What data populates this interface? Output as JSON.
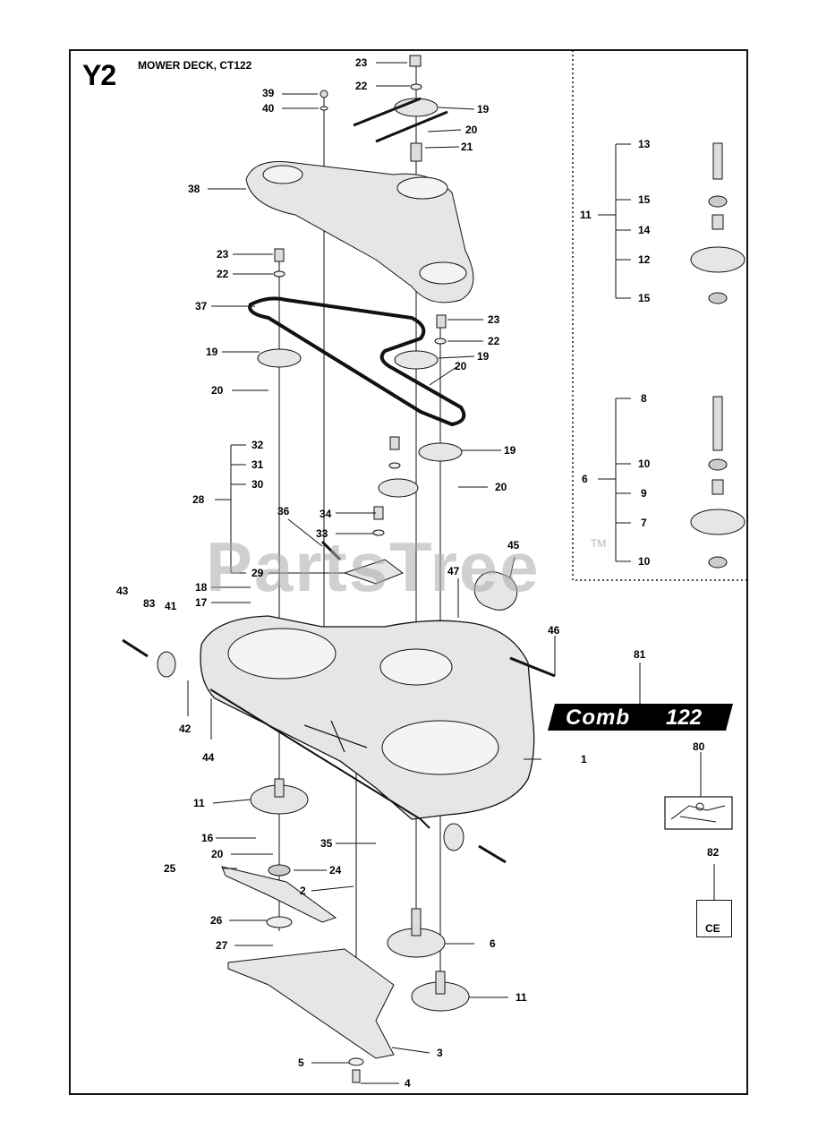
{
  "header": {
    "code": "Y2",
    "title": "MOWER DECK, CT122"
  },
  "watermark": {
    "text": "PartsTree",
    "tm": "TM"
  },
  "decal": {
    "brand": "Comb",
    "model": "122"
  },
  "ce_label": {
    "mark": "CE"
  },
  "colors": {
    "line": "#111111",
    "part_fill": "#e6e6e6",
    "decal": "#000000",
    "watermark": "#aaaaaa"
  },
  "callouts": [
    {
      "id": "c23a",
      "text": "23"
    },
    {
      "id": "c22a",
      "text": "22"
    },
    {
      "id": "c39",
      "text": "39"
    },
    {
      "id": "c40",
      "text": "40"
    },
    {
      "id": "c19a",
      "text": "19"
    },
    {
      "id": "c20a",
      "text": "20"
    },
    {
      "id": "c21",
      "text": "21"
    },
    {
      "id": "c38",
      "text": "38"
    },
    {
      "id": "c23b",
      "text": "23"
    },
    {
      "id": "c22b",
      "text": "22"
    },
    {
      "id": "c37",
      "text": "37"
    },
    {
      "id": "c23c",
      "text": "23"
    },
    {
      "id": "c22c",
      "text": "22"
    },
    {
      "id": "c19b",
      "text": "19"
    },
    {
      "id": "c19c",
      "text": "19"
    },
    {
      "id": "c20b",
      "text": "20"
    },
    {
      "id": "c20c",
      "text": "20"
    },
    {
      "id": "c32",
      "text": "32"
    },
    {
      "id": "c31",
      "text": "31"
    },
    {
      "id": "c30",
      "text": "30"
    },
    {
      "id": "c28",
      "text": "28"
    },
    {
      "id": "c19d",
      "text": "19"
    },
    {
      "id": "c20d",
      "text": "20"
    },
    {
      "id": "c36",
      "text": "36"
    },
    {
      "id": "c34",
      "text": "34"
    },
    {
      "id": "c33",
      "text": "33"
    },
    {
      "id": "c45",
      "text": "45"
    },
    {
      "id": "c29",
      "text": "29"
    },
    {
      "id": "c47",
      "text": "47"
    },
    {
      "id": "c43",
      "text": "43"
    },
    {
      "id": "c83",
      "text": "83"
    },
    {
      "id": "c41",
      "text": "41"
    },
    {
      "id": "c18",
      "text": "18"
    },
    {
      "id": "c17",
      "text": "17"
    },
    {
      "id": "c46",
      "text": "46"
    },
    {
      "id": "c81",
      "text": "81"
    },
    {
      "id": "c42",
      "text": "42"
    },
    {
      "id": "c44",
      "text": "44"
    },
    {
      "id": "c1",
      "text": "1"
    },
    {
      "id": "c80",
      "text": "80"
    },
    {
      "id": "c11a",
      "text": "11"
    },
    {
      "id": "c16",
      "text": "16"
    },
    {
      "id": "c35",
      "text": "35"
    },
    {
      "id": "c20e",
      "text": "20"
    },
    {
      "id": "c82",
      "text": "82"
    },
    {
      "id": "c25",
      "text": "25"
    },
    {
      "id": "c24",
      "text": "24"
    },
    {
      "id": "c2",
      "text": "2"
    },
    {
      "id": "c26",
      "text": "26"
    },
    {
      "id": "c6a",
      "text": "6"
    },
    {
      "id": "c27",
      "text": "27"
    },
    {
      "id": "c11b",
      "text": "11"
    },
    {
      "id": "c3",
      "text": "3"
    },
    {
      "id": "c5",
      "text": "5"
    },
    {
      "id": "c4",
      "text": "4"
    },
    {
      "id": "c13",
      "text": "13"
    },
    {
      "id": "c15a",
      "text": "15"
    },
    {
      "id": "c11c",
      "text": "11"
    },
    {
      "id": "c14",
      "text": "14"
    },
    {
      "id": "c12",
      "text": "12"
    },
    {
      "id": "c15b",
      "text": "15"
    },
    {
      "id": "c8",
      "text": "8"
    },
    {
      "id": "c10a",
      "text": "10"
    },
    {
      "id": "c6b",
      "text": "6"
    },
    {
      "id": "c9",
      "text": "9"
    },
    {
      "id": "c7",
      "text": "7"
    },
    {
      "id": "c10b",
      "text": "10"
    }
  ]
}
